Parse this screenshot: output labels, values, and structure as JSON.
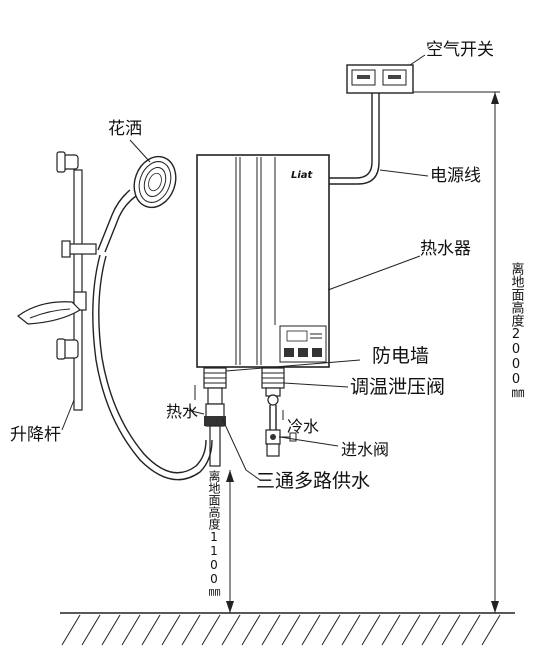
{
  "labels": {
    "air_switch": "空气开关",
    "power_cord": "电源线",
    "water_heater": "热水器",
    "shower_head": "花洒",
    "anti_electric_wall": "防电墙",
    "pressure_valve": "调温泄压阀",
    "hot_water": "热水",
    "cold_water": "冷水",
    "inlet_valve": "进水阀",
    "lift_rod": "升降杆",
    "three_way": "三通多路供水",
    "height_2000": "离地面高度2000㎜",
    "height_1100": "离地面高度1100㎜",
    "brand": "Liat"
  },
  "icons": [
    "air-switch-icon",
    "shower-head-icon",
    "soap-dish-icon",
    "hose-icon",
    "valve-icon"
  ]
}
